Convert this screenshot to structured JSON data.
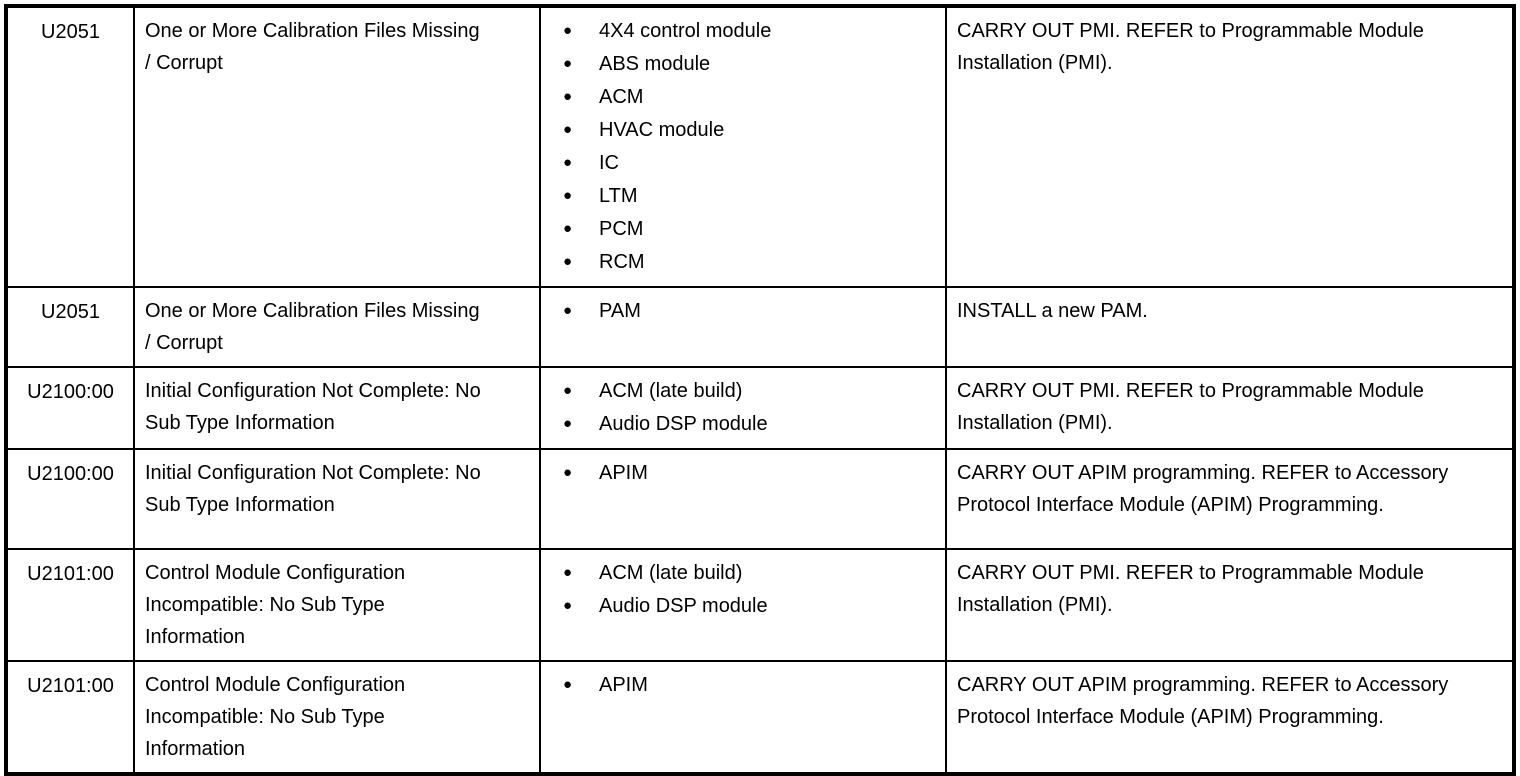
{
  "document": {
    "kind": "dtc-index-table",
    "bullet_icon": "●",
    "colors": {
      "border": "#000000",
      "text": "#000000",
      "background": "#ffffff"
    },
    "table": {
      "columns": [
        "dtc-code",
        "description",
        "modules",
        "action"
      ],
      "rows": [
        {
          "code": "U2051",
          "description": "One or More Calibration Files Missing / Corrupt",
          "modules": [
            "4X4 control module",
            "ABS module",
            "ACM",
            "HVAC module",
            "IC",
            "LTM",
            "PCM",
            "RCM"
          ],
          "action": "CARRY OUT PMI. REFER to Programmable Module Installation (PMI)."
        },
        {
          "code": "U2051",
          "description": "One or More Calibration Files Missing / Corrupt",
          "modules": [
            "PAM"
          ],
          "action": "INSTALL a new PAM."
        },
        {
          "code": "U2100:00",
          "description": "Initial Configuration Not Complete: No Sub Type Information",
          "modules": [
            "ACM (late build)",
            "Audio DSP module"
          ],
          "action": "CARRY OUT PMI. REFER to Programmable Module Installation (PMI)."
        },
        {
          "code": "U2100:00",
          "description": "Initial Configuration Not Complete: No Sub Type Information",
          "modules": [
            "APIM"
          ],
          "action": "CARRY OUT APIM programming. REFER to Accessory Protocol Interface Module (APIM) Programming."
        },
        {
          "code": "U2101:00",
          "description": "Control Module Configuration Incompatible: No Sub Type Information",
          "modules": [
            "ACM (late build)",
            "Audio DSP module"
          ],
          "action": "CARRY OUT PMI. REFER to Programmable Module Installation (PMI)."
        },
        {
          "code": "U2101:00",
          "description": "Control Module Configuration Incompatible: No Sub Type Information",
          "modules": [
            "APIM"
          ],
          "action": "CARRY OUT APIM programming. REFER to Accessory Protocol Interface Module (APIM) Programming."
        }
      ]
    }
  }
}
